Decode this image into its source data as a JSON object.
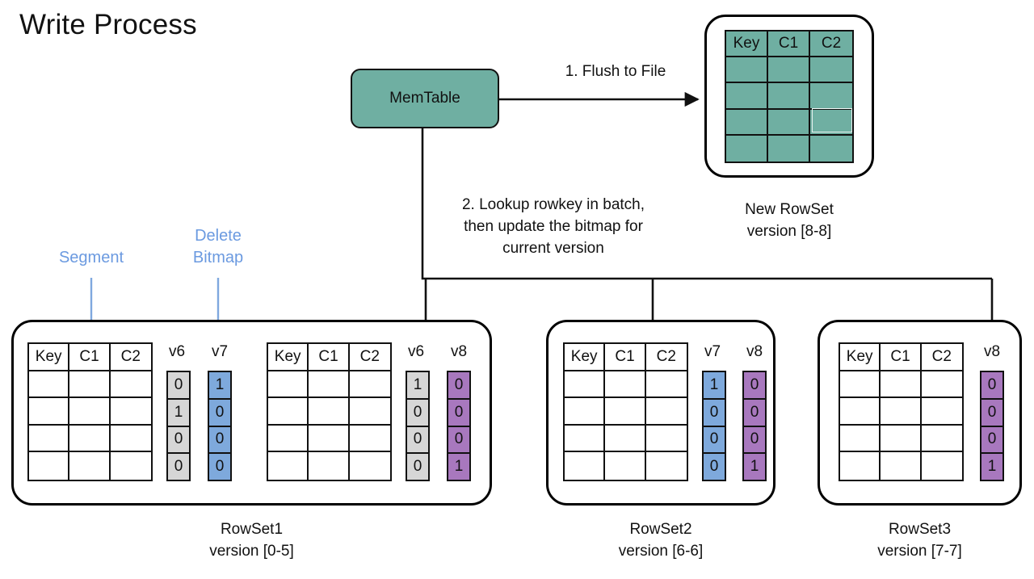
{
  "title": "Write Process",
  "memtable": {
    "label": "MemTable"
  },
  "steps": {
    "flush": "1. Flush to File",
    "lookup_line1": "2. Lookup rowkey in batch,",
    "lookup_line2": "then update the bitmap for",
    "lookup_line3": "current version"
  },
  "annotations": {
    "segment": "Segment",
    "delete_bitmap_line1": "Delete",
    "delete_bitmap_line2": "Bitmap"
  },
  "table_headers": [
    "Key",
    "C1",
    "C2"
  ],
  "table_rows": 4,
  "new_rowset": {
    "caption_line1": "New RowSet",
    "caption_line2": "version [8-8]",
    "headers": [
      "Key",
      "C1",
      "C2"
    ],
    "rows": 4,
    "fill": "#6FAFA2"
  },
  "rowsets": [
    {
      "caption_line1": "RowSet1",
      "caption_line2": "version [0-5]",
      "segments": [
        {
          "headers": [
            "Key",
            "C1",
            "C2"
          ],
          "bitmaps": [
            {
              "label": "v6",
              "color": "#D6D6D6",
              "style": "bit-gray",
              "values": [
                "0",
                "1",
                "0",
                "0"
              ]
            },
            {
              "label": "v7",
              "color": "#7EA9DC",
              "style": "bit-blue",
              "values": [
                "1",
                "0",
                "0",
                "0"
              ]
            }
          ]
        },
        {
          "headers": [
            "Key",
            "C1",
            "C2"
          ],
          "bitmaps": [
            {
              "label": "v6",
              "color": "#D6D6D6",
              "style": "bit-gray",
              "values": [
                "1",
                "0",
                "0",
                "0"
              ]
            },
            {
              "label": "v8",
              "color": "#A878BE",
              "style": "bit-purple",
              "values": [
                "0",
                "0",
                "0",
                "1"
              ]
            }
          ]
        }
      ]
    },
    {
      "caption_line1": "RowSet2",
      "caption_line2": "version [6-6]",
      "segments": [
        {
          "headers": [
            "Key",
            "C1",
            "C2"
          ],
          "bitmaps": [
            {
              "label": "v7",
              "color": "#7EA9DC",
              "style": "bit-blue",
              "values": [
                "1",
                "0",
                "0",
                "0"
              ]
            },
            {
              "label": "v8",
              "color": "#A878BE",
              "style": "bit-purple",
              "values": [
                "0",
                "0",
                "0",
                "1"
              ]
            }
          ]
        }
      ]
    },
    {
      "caption_line1": "RowSet3",
      "caption_line2": "version [7-7]",
      "segments": [
        {
          "headers": [
            "Key",
            "C1",
            "C2"
          ],
          "bitmaps": [
            {
              "label": "v8",
              "color": "#A878BE",
              "style": "bit-purple",
              "values": [
                "0",
                "0",
                "0",
                "1"
              ]
            }
          ]
        }
      ]
    }
  ],
  "colors": {
    "teal": "#6FAFA2",
    "gray": "#D6D6D6",
    "blue": "#7EA9DC",
    "purple": "#A878BE",
    "annotation_blue": "#6b9ae0",
    "stroke": "#111111",
    "background": "#ffffff"
  }
}
